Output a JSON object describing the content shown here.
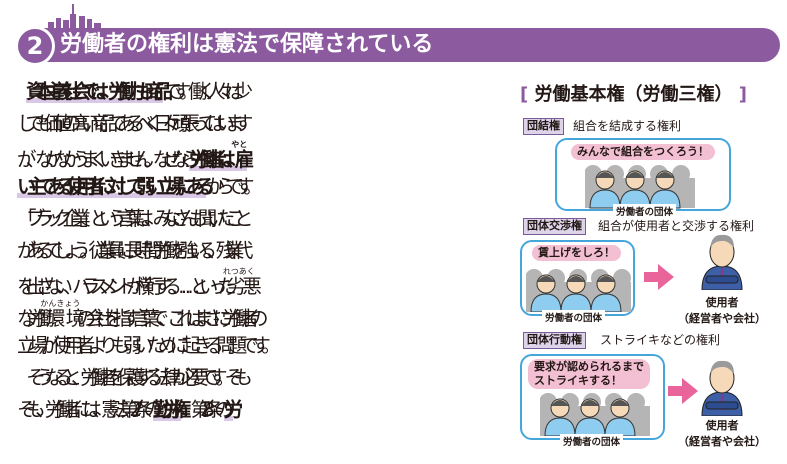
{
  "section": {
    "number": "2",
    "title": "労働者の権利は憲法で保障されている"
  },
  "body_lines": [
    [
      {
        "t": "　"
      },
      {
        "t": "資本主義社会では、労働力も商品",
        "b": true,
        "hl": true
      },
      {
        "t": "です。働く人々は少"
      }
    ],
    [
      {
        "t": "しでも価値の高い商品であるべく日々頑張ってはいます"
      }
    ],
    [
      {
        "t": "が、なかなかうまくいきません。なぜなら"
      },
      {
        "t": "労働者は、",
        "b": true,
        "hl": true
      },
      {
        "t": "雇",
        "b": true,
        "hl": true,
        "ruby": "やと"
      }
    ],
    [
      {
        "t": "い主である使用者に対して弱い立場にある",
        "b": true,
        "hl": true
      },
      {
        "t": "からです。"
      }
    ],
    [
      {
        "t": "「ブラック企業」という言葉は、みなさんも聞いたこと"
      }
    ],
    [
      {
        "t": "があるでしょう。従業員に長時間労働を強いる、残業代"
      }
    ],
    [
      {
        "t": "を出さない、ハラスメントが横行する……といった"
      },
      {
        "t": "劣悪",
        "ruby": "れつあく"
      }
    ],
    [
      {
        "t": "な労働"
      },
      {
        "t": "環境",
        "ruby": "かんきょう"
      },
      {
        "t": "の会社を指す言葉で、これはまさに労働者の"
      }
    ],
    [
      {
        "t": "立場が使用者よりも弱いために起きる問題です。"
      }
    ],
    [
      {
        "t": "　そうなると、労働者を保護する法律が必要です。そも"
      }
    ],
    [
      {
        "t": "そも、労働者には、憲法第27条の"
      },
      {
        "t": "勤労権",
        "b": true,
        "hl": true
      },
      {
        "t": "、第28条の"
      },
      {
        "t": "労",
        "b": true,
        "hl": true
      }
    ]
  ],
  "panel": {
    "title_open": "[",
    "title": "労働基本権（労働三権）",
    "title_close": "]",
    "rights": [
      {
        "label": "団結権",
        "desc": "組合を結成する権利",
        "speech": "みんなで組合をつくろう！",
        "group": "労働者の団体"
      },
      {
        "label": "団体交渉権",
        "desc": "組合が使用者と交渉する権利",
        "speech": "賃上げをしろ！",
        "group": "労働者の団体",
        "employer": "使用者",
        "employer_sub": "（経営者や会社）"
      },
      {
        "label": "団体行動権",
        "desc": "ストライキなどの権利",
        "speech": "要求が認められるまで",
        "speech2": "ストライキする！",
        "group": "労働者の団体",
        "employer": "使用者",
        "employer_sub": "（経営者や会社）"
      }
    ]
  },
  "colors": {
    "accent": "#8c5a9f",
    "highlight": "#d9c8e6",
    "card_border": "#45a6dc",
    "bubble": "#f3bfd3",
    "arrow": "#e8649a"
  }
}
